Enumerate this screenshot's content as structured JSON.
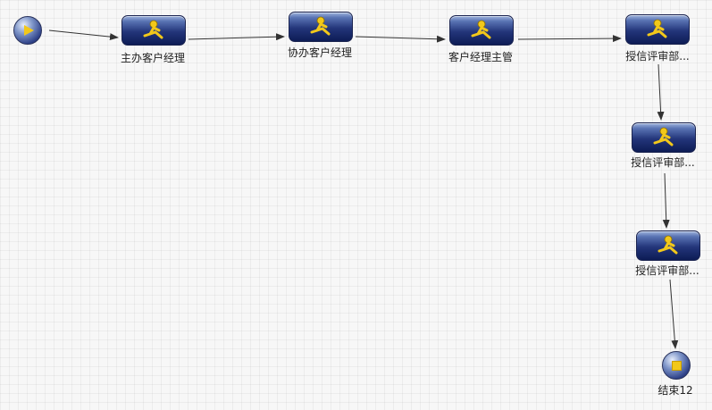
{
  "nodes": {
    "start": {
      "icon": "play-icon"
    },
    "task1": {
      "label": "主办客户经理",
      "icon": "running-person-icon"
    },
    "task2": {
      "label": "协办客户经理",
      "icon": "running-person-icon"
    },
    "task3": {
      "label": "客户经理主管",
      "icon": "running-person-icon"
    },
    "task4": {
      "label": "授信评审部...",
      "icon": "running-person-icon"
    },
    "task5": {
      "label": "授信评审部...",
      "icon": "running-person-icon"
    },
    "task6": {
      "label": "授信评审部...",
      "icon": "running-person-icon"
    },
    "end": {
      "label": "结束12",
      "icon": "stop-icon"
    }
  },
  "edges": [
    {
      "from": "start",
      "to": "task1"
    },
    {
      "from": "task1",
      "to": "task2"
    },
    {
      "from": "task2",
      "to": "task3"
    },
    {
      "from": "task3",
      "to": "task4"
    },
    {
      "from": "task4",
      "to": "task5"
    },
    {
      "from": "task5",
      "to": "task6"
    },
    {
      "from": "task6",
      "to": "end"
    }
  ],
  "colors": {
    "node_top": "#9fb4dc",
    "node_bottom": "#0d1c55",
    "icon": "#f2c81a",
    "edge": "#333333"
  }
}
